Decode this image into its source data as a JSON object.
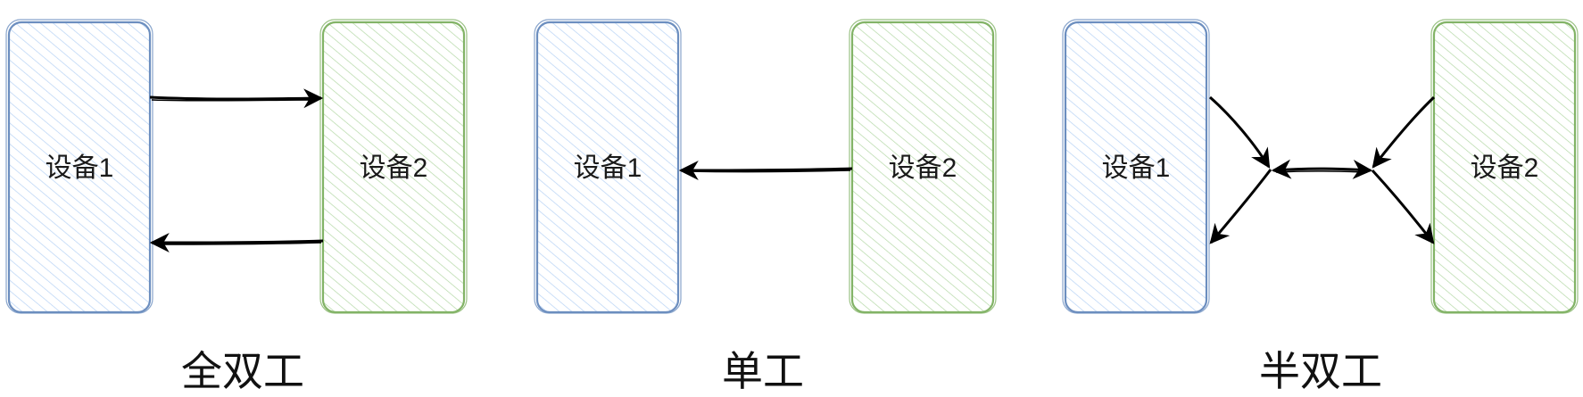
{
  "colors": {
    "device1_fill": "#dae8fc",
    "device1_stroke": "#6c8ebf",
    "device2_fill": "#d5e8d4",
    "device2_stroke": "#82b366",
    "arrow": "#000000"
  },
  "diagrams": [
    {
      "caption": "全双工",
      "device1": "设备1",
      "device2": "设备2",
      "arrows": [
        "设备1 → 设备2",
        "设备2 → 设备1"
      ]
    },
    {
      "caption": "单工",
      "device1": "设备1",
      "device2": "设备2",
      "arrows": [
        "设备2 → 设备1"
      ]
    },
    {
      "caption": "半双工",
      "device1": "设备1",
      "device2": "设备2",
      "arrows": [
        "设备1 ⇄ 设备2 (shared channel)"
      ]
    }
  ]
}
